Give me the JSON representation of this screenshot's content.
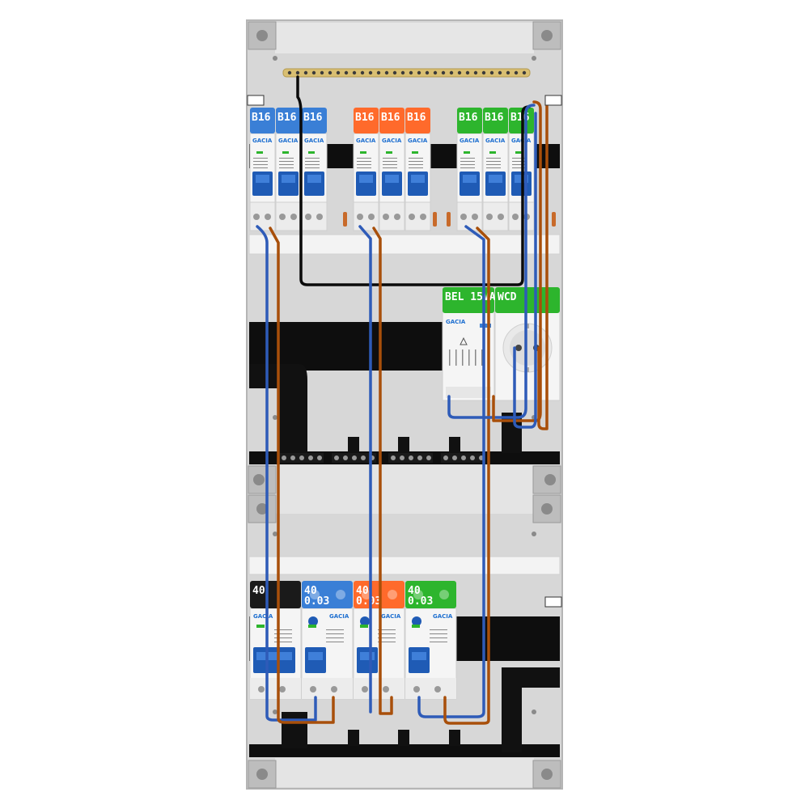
{
  "colors": {
    "blue": "#3a7fd6",
    "orange": "#ff6a2b",
    "green": "#2db52d",
    "black": "#1a1a1a",
    "wire_blue": "#2e5bb8",
    "wire_brown": "#a84f0a",
    "rail": "#0e0e0e",
    "busbar_brass": "#d9bf72"
  },
  "icons": {
    "grounding_busbar": "busbar-icon",
    "screw": "screw-icon",
    "socket": "socket-outlet-icon"
  },
  "top_breakers": [
    {
      "label": "B16",
      "color": "blue",
      "brand": "GACIA"
    },
    {
      "label": "B16",
      "color": "blue",
      "brand": "GACIA"
    },
    {
      "label": "B16",
      "color": "blue",
      "brand": "GACIA"
    },
    {
      "label": "B16",
      "color": "orange",
      "brand": "GACIA"
    },
    {
      "label": "B16",
      "color": "orange",
      "brand": "GACIA"
    },
    {
      "label": "B16",
      "color": "orange",
      "brand": "GACIA"
    },
    {
      "label": "B16",
      "color": "green",
      "brand": "GACIA"
    },
    {
      "label": "B16",
      "color": "green",
      "brand": "GACIA"
    },
    {
      "label": "B16",
      "color": "green",
      "brand": "GACIA"
    }
  ],
  "accessories": [
    {
      "label": "BEL 15VA",
      "color": "green",
      "brand": "GACIA"
    },
    {
      "label": "WCD",
      "color": "green"
    }
  ],
  "bottom_devices": [
    {
      "line1": "40",
      "line2": "",
      "color": "black",
      "brand": "GACIA"
    },
    {
      "line1": "40",
      "line2": "0.03",
      "color": "blue",
      "brand": "GACIA"
    },
    {
      "line1": "40",
      "line2": "0.03",
      "color": "orange",
      "brand": "GACIA"
    },
    {
      "line1": "40",
      "line2": "0.03",
      "color": "green",
      "brand": "GACIA"
    }
  ]
}
